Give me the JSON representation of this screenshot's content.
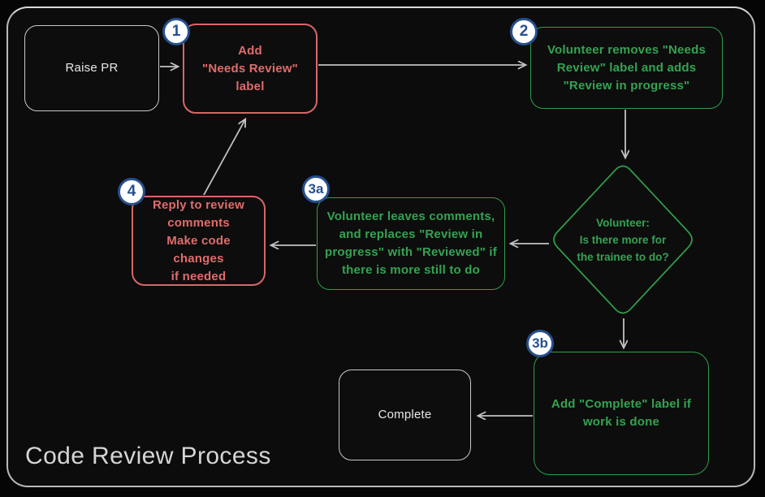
{
  "title": "Code Review Process",
  "colors": {
    "background": "#0c0c0c",
    "frame_border": "#b9b9b9",
    "red_accent": "#e06c6c",
    "green_accent": "#2f9e4a",
    "neutral_accent": "#c9c9c9",
    "badge_blue": "#26508e",
    "badge_fill": "#ffffff",
    "arrow": "#c2c2c2"
  },
  "nodes": {
    "raise_pr": {
      "label": "Raise PR"
    },
    "add_needs_review": {
      "badge": "1",
      "label": "Add\n\"Needs Review\"\nlabel"
    },
    "volunteer_removes": {
      "badge": "2",
      "label": "Volunteer removes \"Needs\nReview\" label and adds\n\"Review in progress\""
    },
    "decision": {
      "label": "Volunteer:\nIs there more for\nthe trainee to do?"
    },
    "volunteer_leaves_comments": {
      "badge": "3a",
      "label": "Volunteer leaves comments,\nand replaces \"Review in\nprogress\" with \"Reviewed\" if\nthere is more still to do"
    },
    "reply_to_comments": {
      "badge": "4",
      "label": "Reply to review\ncomments\nMake code changes\nif needed"
    },
    "add_complete": {
      "badge": "3b",
      "label": "Add \"Complete\" label if\nwork is done"
    },
    "complete": {
      "label": "Complete"
    }
  }
}
